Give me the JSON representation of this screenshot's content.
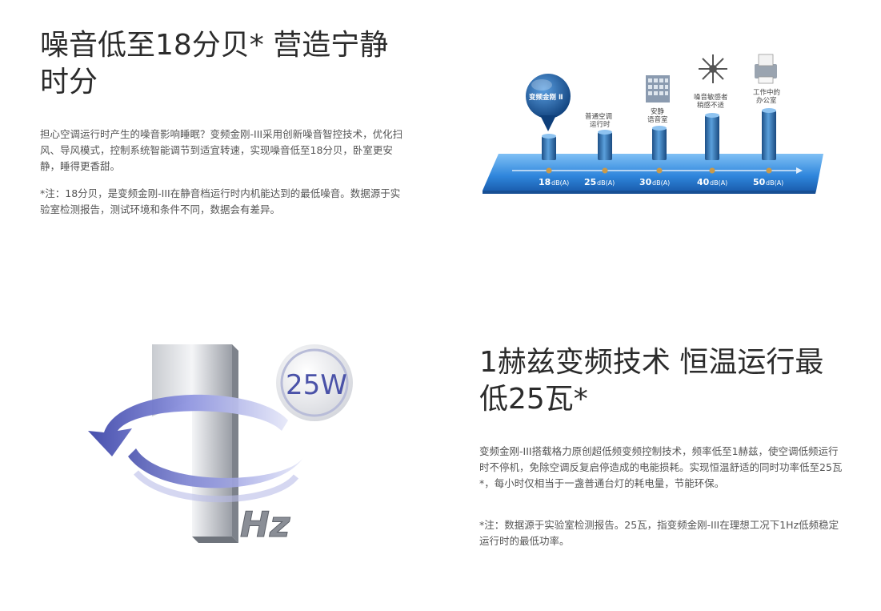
{
  "section1": {
    "title_line1": "噪音低至18分贝* 营造宁静",
    "title_line2": "时分",
    "body": "担心空调运行时产生的噪音影响睡眠？变频金刚-III采用创新噪音智控技术，优化扫风、导风模式，控制系统智能调节到适宜转速，实现噪音低至18分贝，卧室更安静，睡得更香甜。",
    "note": "*注：18分贝，是变频金刚-III在静音档运行时内机能达到的最低噪音。数据源于实验室检测报告，测试环境和条件不同，数据会有差异。"
  },
  "noise_chart": {
    "badge_label": "变频金刚 Ⅱ",
    "columns": [
      {
        "db_value": "18",
        "unit": "dB(A)",
        "label_line1": "",
        "label_line2": "",
        "icon": "badge-pin-icon"
      },
      {
        "db_value": "25",
        "unit": "dB(A)",
        "label_line1": "普通空调",
        "label_line2": "运行时",
        "icon": ""
      },
      {
        "db_value": "30",
        "unit": "dB(A)",
        "label_line1": "安静",
        "label_line2": "语音室",
        "icon": "building-icon"
      },
      {
        "db_value": "40",
        "unit": "dB(A)",
        "label_line1": "噪音敏感者",
        "label_line2": "稍感不适",
        "icon": "noise-burst-icon"
      },
      {
        "db_value": "50",
        "unit": "dB(A)",
        "label_line1": "工作中的",
        "label_line2": "办公室",
        "icon": "printer-icon"
      }
    ]
  },
  "section2": {
    "title_line1": "1赫兹变频技术 恒温运行最",
    "title_line2": "低25瓦*",
    "body": "变频金刚-III搭载格力原创超低频变频控制技术，频率低至1赫兹，使空调低频运行时不停机，免除空调反复启停造成的电能损耗。实现恒温舒适的同时功率低至25瓦*，每小时仅相当于一盏普通台灯的耗电量，节能环保。",
    "note": "*注：数据源于实验室检测报告。25瓦，指变频金刚-III在理想工况下1Hz低频稳定运行时的最低功率。"
  },
  "hz_graphic": {
    "numeral": "1",
    "unit": "Hz",
    "power_badge": "25W"
  },
  "colors": {
    "platform_blue": "#2f7fd6",
    "column_blue": "#2a6aa8",
    "arrow_purple": "#5a62b8",
    "heading_text": "#2b2b2b",
    "body_text": "#555555"
  }
}
